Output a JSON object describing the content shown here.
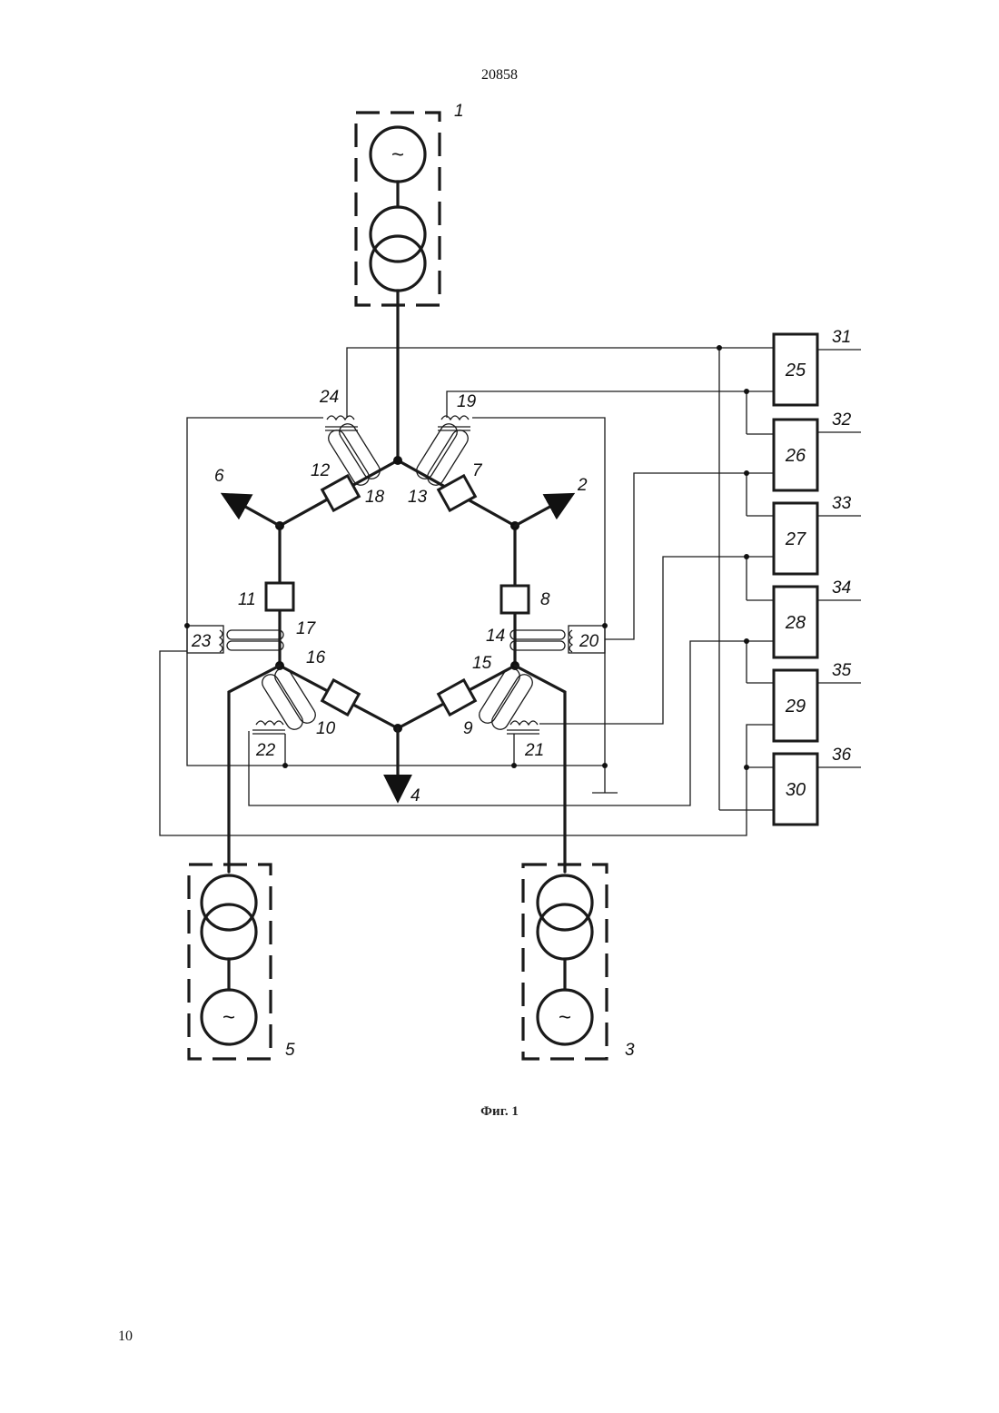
{
  "header": {
    "page_number": "20858"
  },
  "footer": {
    "page_number": "10"
  },
  "figure": {
    "caption": "Фиг. 1"
  },
  "labels": {
    "gen1": "1",
    "line2": "2",
    "gen3": "3",
    "line4": "4",
    "gen5": "5",
    "line6": "6",
    "sw7": "7",
    "sw8": "8",
    "sw9": "9",
    "sw10": "10",
    "sw11": "11",
    "sw12": "12",
    "ct13": "13",
    "ct14": "14",
    "ct15": "15",
    "ct16": "16",
    "ct17": "17",
    "ct18": "18",
    "vt19": "19",
    "vt20": "20",
    "vt21": "21",
    "vt22": "22",
    "vt23": "23",
    "vt24": "24",
    "b25": "25",
    "b26": "26",
    "b27": "27",
    "b28": "28",
    "b29": "29",
    "b30": "30",
    "o31": "31",
    "o32": "32",
    "o33": "33",
    "o34": "34",
    "o35": "35",
    "o36": "36"
  },
  "symbols": {
    "generator": "~"
  }
}
